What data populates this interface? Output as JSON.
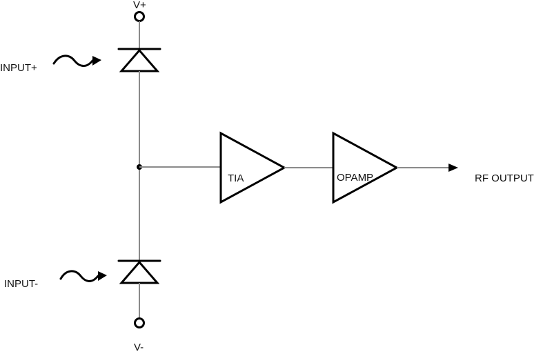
{
  "labels": {
    "v_plus": "V+",
    "v_minus": "V-",
    "input_plus": "INPUT+",
    "input_minus": "INPUT-",
    "tia": "TIA",
    "opamp": "OPAMP",
    "rf_output": "RF OUTPUT"
  },
  "colors": {
    "wire": "#8a8a8a",
    "symbol": "#000000",
    "text": "#111111"
  }
}
